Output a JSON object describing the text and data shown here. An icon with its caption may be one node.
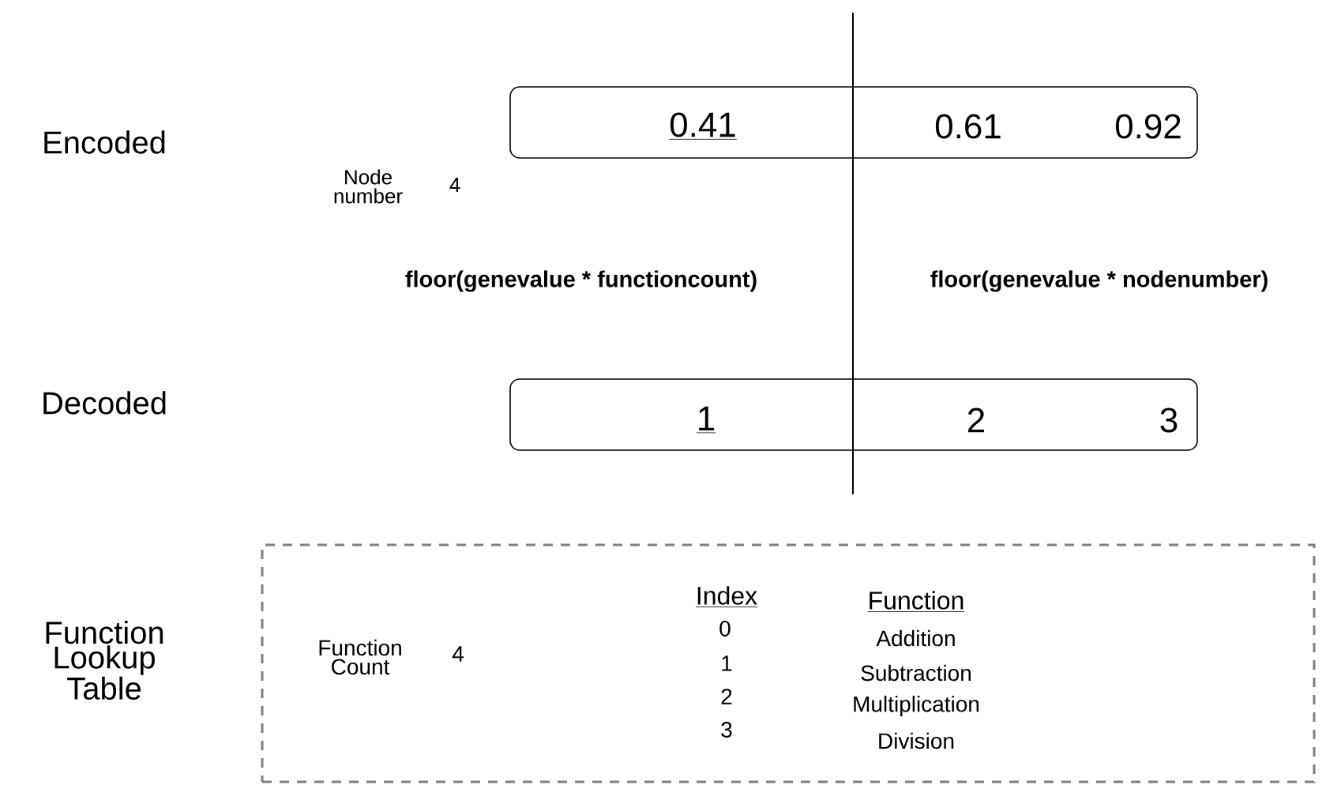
{
  "diagram": {
    "nodes": [
      {
        "text": [
          "0.41",
          "0.61",
          "0.92"
        ]
      },
      {
        "text": [
          "1",
          "2",
          "3"
        ]
      },
      {
        "text": [
          "Function Count",
          "4",
          "Index",
          "0",
          "1",
          "2",
          "3",
          "Function",
          "Addition",
          "Subtraction",
          "Multiplication",
          "Division"
        ]
      }
    ],
    "labels": [
      "Encoded",
      "Node number",
      "4",
      "floor(genevalue * functioncount)",
      "floor(genevalue * nodenumber)",
      "Decoded",
      "Function Lookup Table"
    ]
  }
}
